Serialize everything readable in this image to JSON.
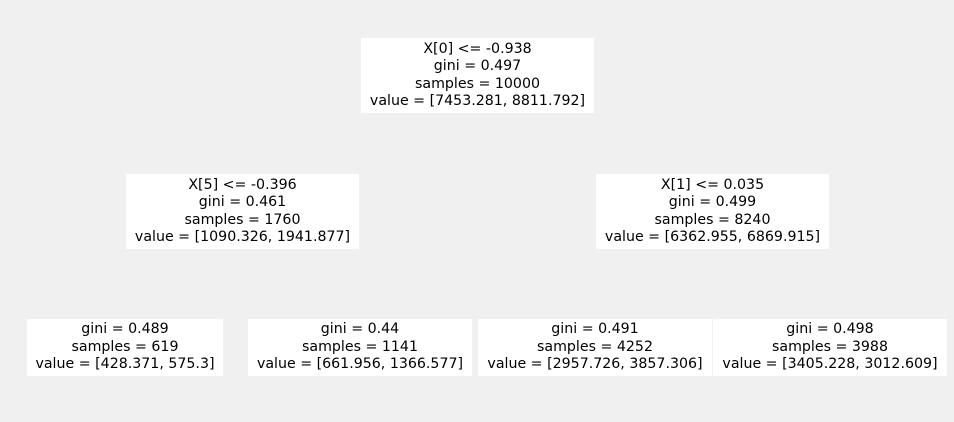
{
  "tree": {
    "root": {
      "split": "X[0] <= -0.938",
      "gini": "gini = 0.497",
      "samples": "samples = 10000",
      "value": "value = [7453.281, 8811.792]"
    },
    "left": {
      "split": "X[5] <= -0.396",
      "gini": "gini = 0.461",
      "samples": "samples = 1760",
      "value": "value = [1090.326, 1941.877]"
    },
    "right": {
      "split": "X[1] <= 0.035",
      "gini": "gini = 0.499",
      "samples": "samples = 8240",
      "value": "value = [6362.955, 6869.915]"
    },
    "leaves": [
      {
        "gini": "gini = 0.489",
        "samples": "samples = 619",
        "value": "value = [428.371, 575.3]"
      },
      {
        "gini": "gini = 0.44",
        "samples": "samples = 1141",
        "value": "value = [661.956, 1366.577]"
      },
      {
        "gini": "gini = 0.491",
        "samples": "samples = 4252",
        "value": "value = [2957.726, 3857.306]"
      },
      {
        "gini": "gini = 0.498",
        "samples": "samples = 3988",
        "value": "value = [3405.228, 3012.609]"
      }
    ]
  },
  "colors": {
    "background": "#f0f0f0",
    "node_fill": "#ffffff",
    "text": "#000000"
  }
}
